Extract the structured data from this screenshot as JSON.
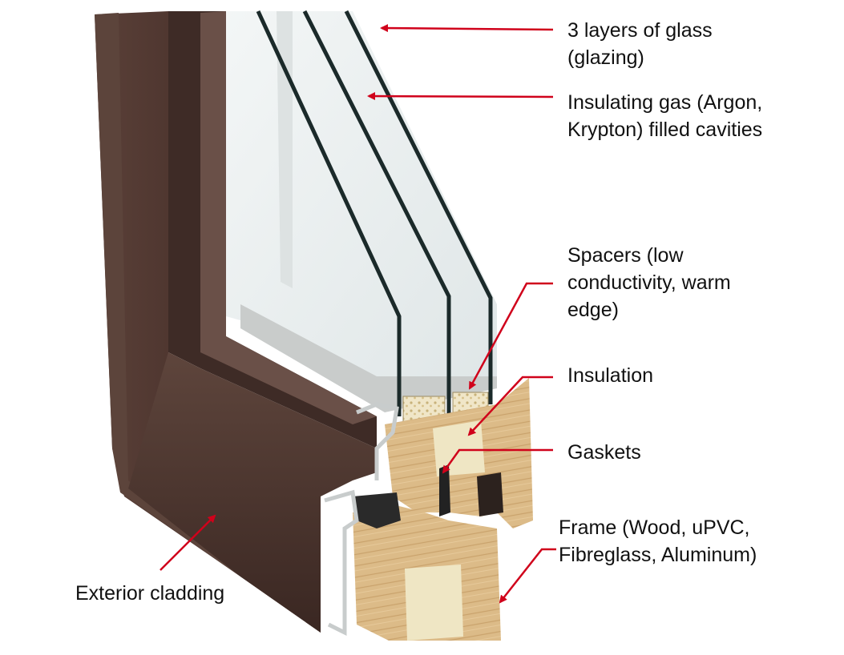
{
  "colors": {
    "arrow": "#d0021b",
    "frame_metal": "#4a3530",
    "wood": "#d9b98a",
    "glass": "#e8eef0"
  },
  "labels": {
    "glass": {
      "line1": "3 layers of glass",
      "line2": "(glazing)"
    },
    "gas": {
      "line1": "Insulating gas (Argon,",
      "line2": "Krypton) filled cavities"
    },
    "spacers": {
      "line1": "Spacers (low",
      "line2": "conductivity, warm",
      "line3": "edge)"
    },
    "insulation": {
      "line1": "Insulation"
    },
    "gaskets": {
      "line1": "Gaskets"
    },
    "frame": {
      "line1": "Frame (Wood, uPVC,",
      "line2": "Fibreglass, Aluminum)"
    },
    "cladding": {
      "line1": "Exterior cladding"
    }
  }
}
